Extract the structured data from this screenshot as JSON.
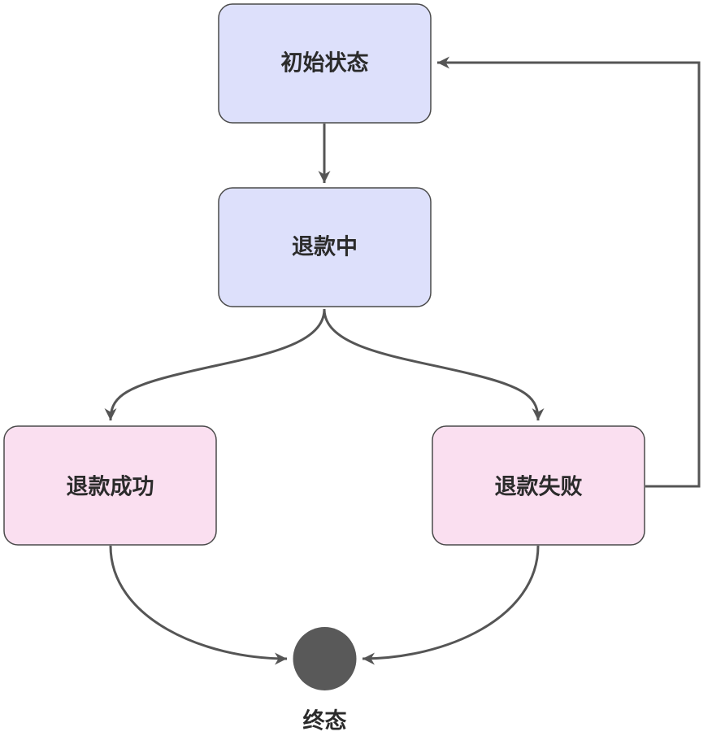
{
  "nodes": {
    "initial": {
      "label": "初始状态"
    },
    "refunding": {
      "label": "退款中"
    },
    "success": {
      "label": "退款成功"
    },
    "failed": {
      "label": "退款失败"
    },
    "end": {
      "label": "终态"
    }
  },
  "colors": {
    "state_blue_fill": "#dde0fb",
    "state_pink_fill": "#fadff0",
    "border": "#4a4a4a",
    "edge": "#555555",
    "end_fill": "#595959"
  },
  "edges": [
    {
      "from": "initial",
      "to": "refunding"
    },
    {
      "from": "refunding",
      "to": "success"
    },
    {
      "from": "refunding",
      "to": "failed"
    },
    {
      "from": "success",
      "to": "end"
    },
    {
      "from": "failed",
      "to": "end"
    },
    {
      "from": "failed",
      "to": "initial"
    }
  ]
}
